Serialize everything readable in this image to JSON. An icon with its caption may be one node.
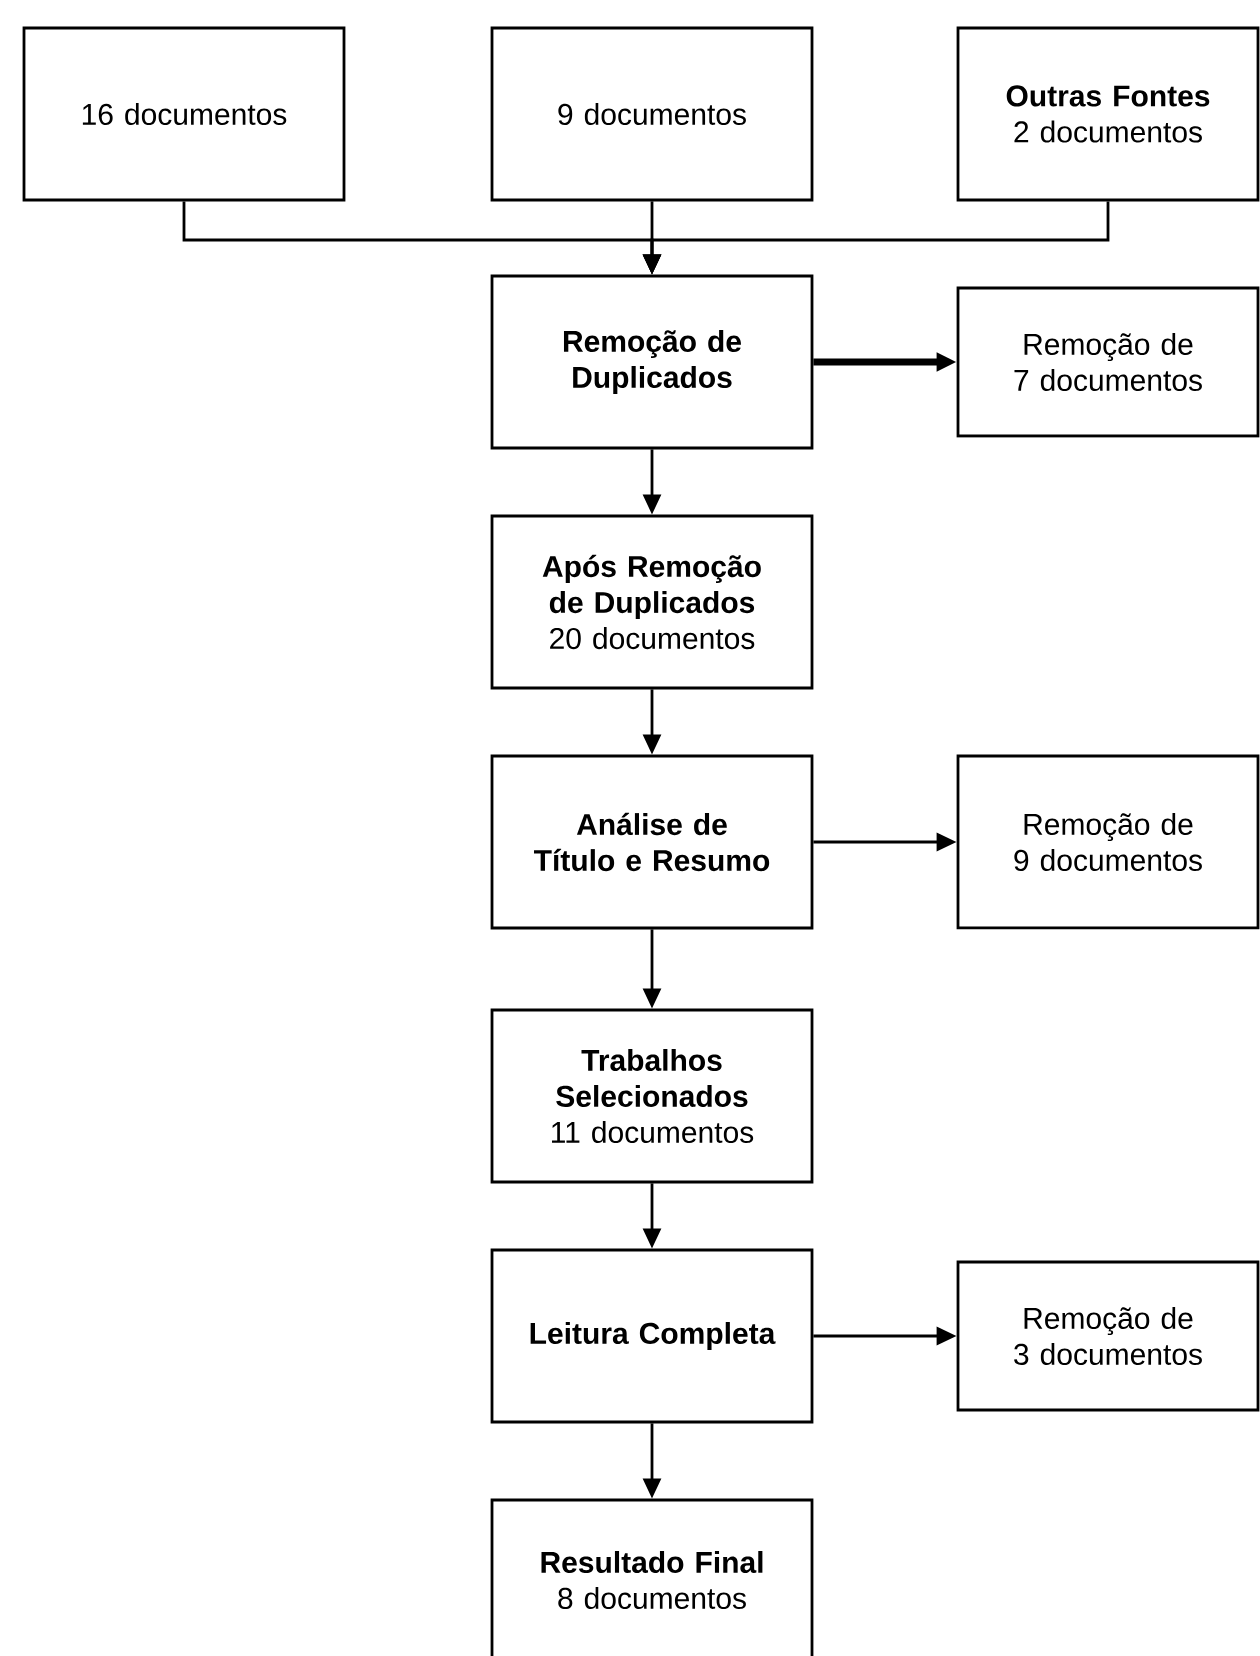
{
  "diagram": {
    "nodes": [
      {
        "text": [
          "16 documentos"
        ]
      },
      {
        "text": [
          "9 documentos"
        ]
      },
      {
        "text": [
          "Outras Fontes",
          "2 documentos"
        ]
      },
      {
        "text": [
          "Remoção de Duplicados"
        ]
      },
      {
        "text": [
          "Remoção de 7 documentos"
        ]
      },
      {
        "text": [
          "Após Remoção de Duplicados",
          "20 documentos"
        ]
      },
      {
        "text": [
          "Análise de Título e Resumo"
        ]
      },
      {
        "text": [
          "Remoção de 9 documentos"
        ]
      },
      {
        "text": [
          "Trabalhos Selecionados",
          "11 documentos"
        ]
      },
      {
        "text": [
          "Leitura Completa"
        ]
      },
      {
        "text": [
          "Remoção de 3 documentos"
        ]
      },
      {
        "text": [
          "Resultado Final",
          "8 documentos"
        ]
      }
    ],
    "edges": [
      {
        "from": 0,
        "to": 3,
        "arrow": "to"
      },
      {
        "from": 1,
        "to": 3,
        "arrow": "to"
      },
      {
        "from": 2,
        "to": 3,
        "arrow": "to"
      },
      {
        "from": 3,
        "to": 4,
        "arrow": "to",
        "style": "thick"
      },
      {
        "from": 3,
        "to": 5,
        "arrow": "to"
      },
      {
        "from": 5,
        "to": 6,
        "arrow": "to"
      },
      {
        "from": 6,
        "to": 7,
        "arrow": "to"
      },
      {
        "from": 6,
        "to": 8,
        "arrow": "to"
      },
      {
        "from": 8,
        "to": 9,
        "arrow": "to"
      },
      {
        "from": 9,
        "to": 10,
        "arrow": "to"
      },
      {
        "from": 9,
        "to": 11,
        "arrow": "to"
      }
    ]
  }
}
